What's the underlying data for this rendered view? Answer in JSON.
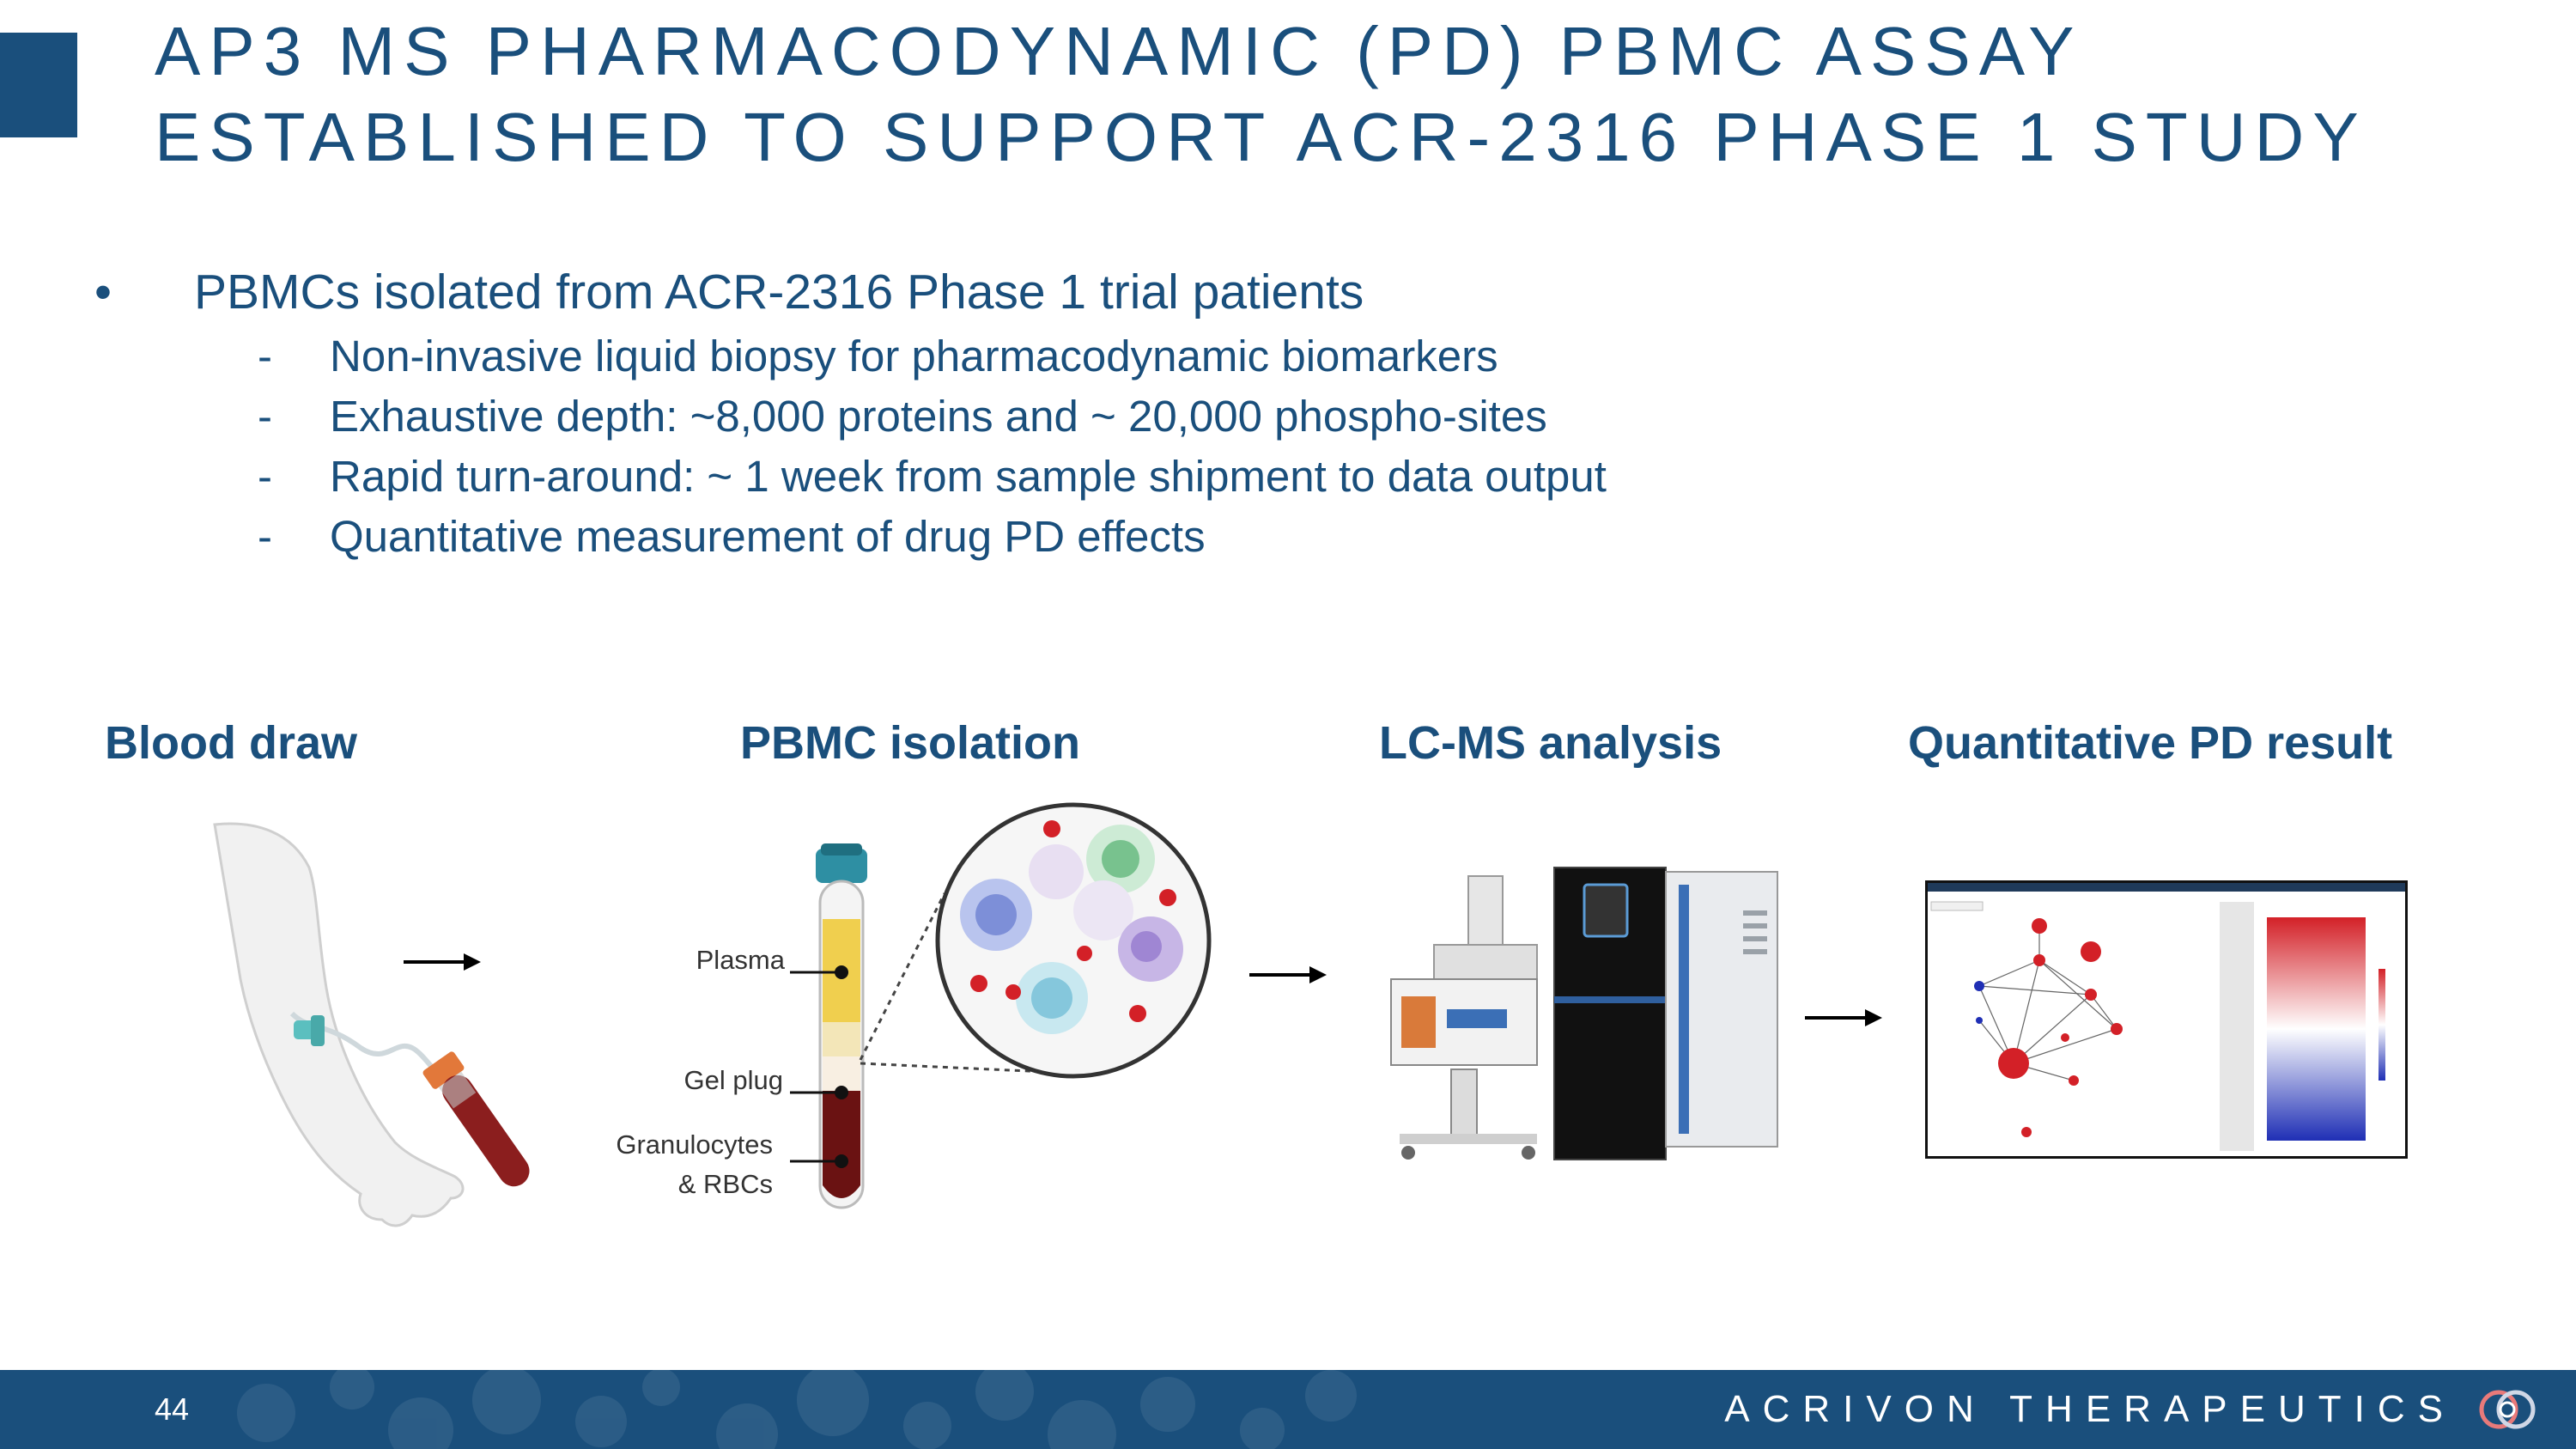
{
  "slide": {
    "title_line1": "AP3 MS PHARMACODYNAMIC (PD) PBMC ASSAY",
    "title_line2": "ESTABLISHED TO SUPPORT ACR-2316 PHASE 1 STUDY",
    "bullet_glyph": "•",
    "dash_glyph": "-",
    "main_bullet": "PBMCs isolated from ACR-2316 Phase 1 trial patients",
    "sub_bullets": [
      "Non-invasive liquid biopsy for pharmacodynamic biomarkers",
      "Exhaustive depth: ~8,000 proteins and ~ 20,000 phospho-sites",
      "Rapid turn-around: ~ 1 week from sample shipment to data output",
      "Quantitative measurement of drug PD effects"
    ],
    "colors": {
      "navy": "#1a4f7c",
      "red": "#d32027",
      "blue": "#1f2fb5"
    }
  },
  "workflow": {
    "steps": [
      {
        "title": "Blood draw",
        "icon": "arm-blood-draw-icon"
      },
      {
        "title": "PBMC isolation",
        "icon": "blood-tube-icon"
      },
      {
        "title": "LC-MS analysis",
        "icon": "mass-spectrometer-icon"
      },
      {
        "title": "Quantitative PD result",
        "icon": "network-heatmap-icon"
      }
    ],
    "tube_labels": {
      "plasma": "Plasma",
      "gel_plug": "Gel plug",
      "granulocytes_line1": "Granulocytes",
      "granulocytes_line2": "& RBCs"
    }
  },
  "footer": {
    "page_number": "44",
    "brand": "ACRIVON THERAPEUTICS"
  }
}
